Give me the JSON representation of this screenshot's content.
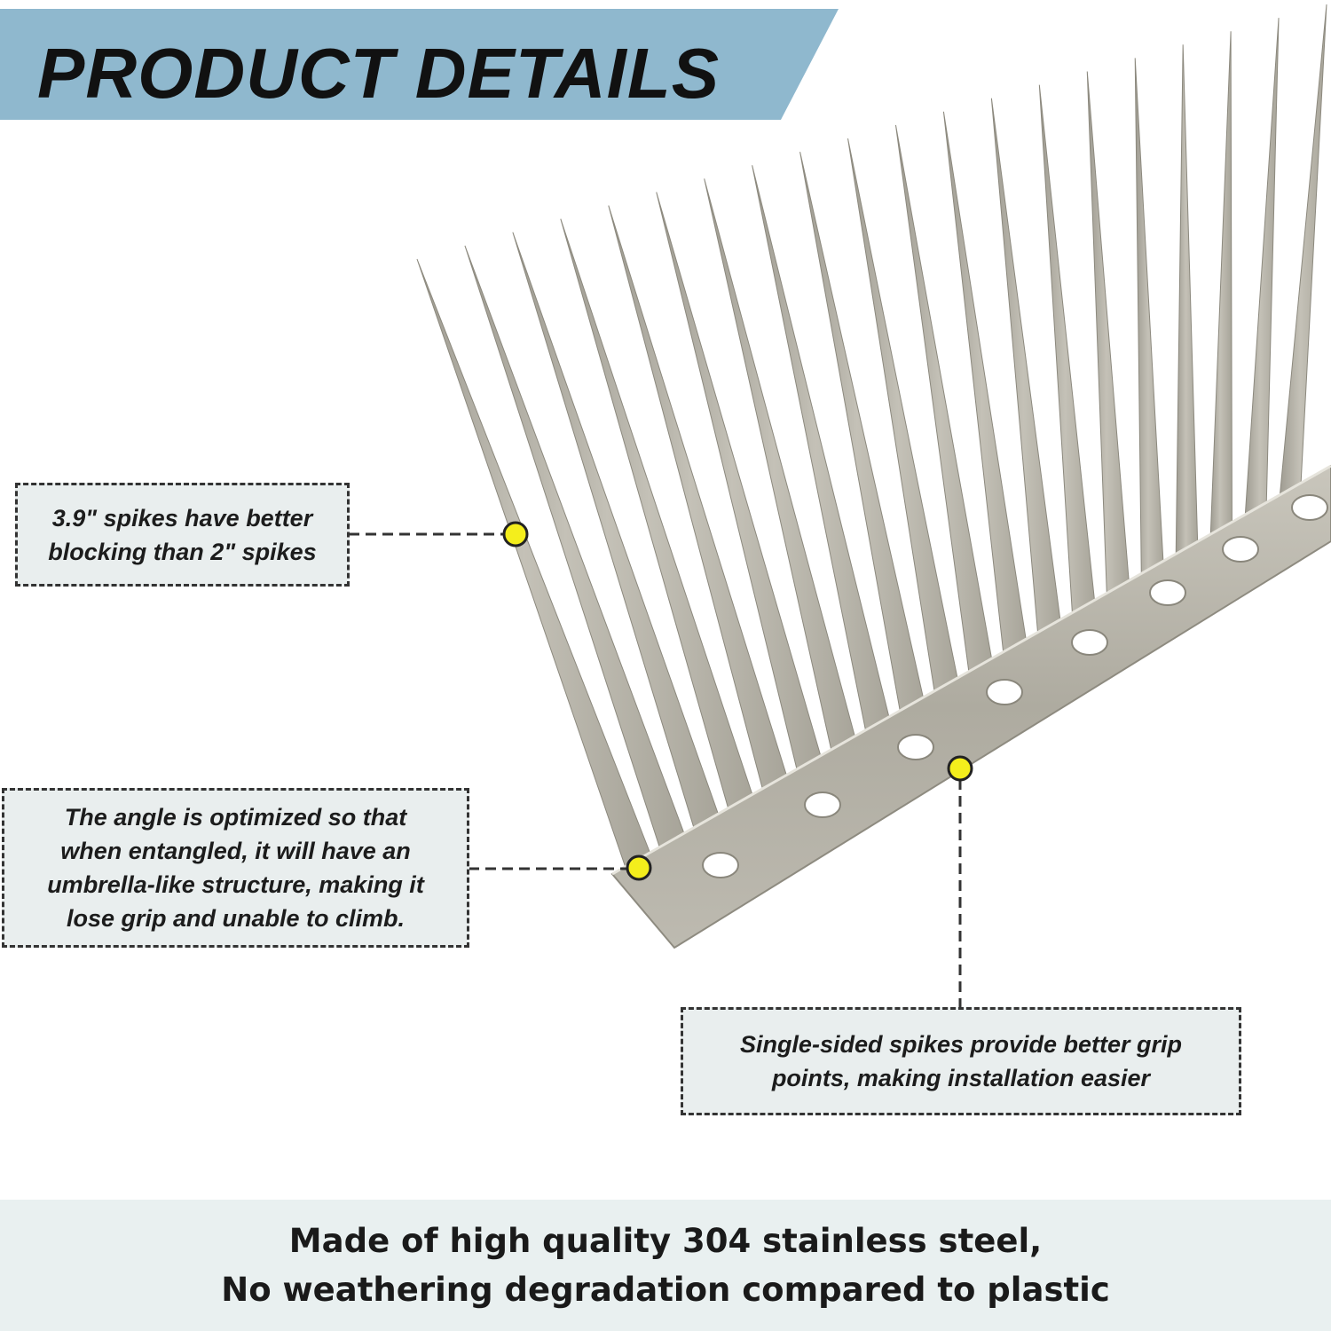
{
  "header": {
    "title": "PRODUCT DETAILS",
    "banner_color": "#8fb8ce"
  },
  "callouts": {
    "spike_length": {
      "lines": [
        "3.9\" spikes have better",
        "blocking than 2\" spikes"
      ]
    },
    "angle": {
      "lines": [
        "The angle is optimized so that",
        "when entangled, it will have an",
        "umbrella-like structure, making it",
        "lose grip and unable to climb."
      ]
    },
    "single_sided": {
      "lines": [
        "Single-sided spikes provide better grip",
        "points, making installation easier"
      ]
    }
  },
  "footer": {
    "lines": [
      "Made of high quality 304 stainless steel,",
      "No weathering degradation compared to plastic"
    ]
  },
  "colors": {
    "marker": "#f4ee1c",
    "steel": "#b4b1a6",
    "callout_bg": "#e9eeee",
    "footer_bg": "#e9f0f0"
  },
  "icons": {
    "marker": "yellow-dot-marker-icon"
  }
}
